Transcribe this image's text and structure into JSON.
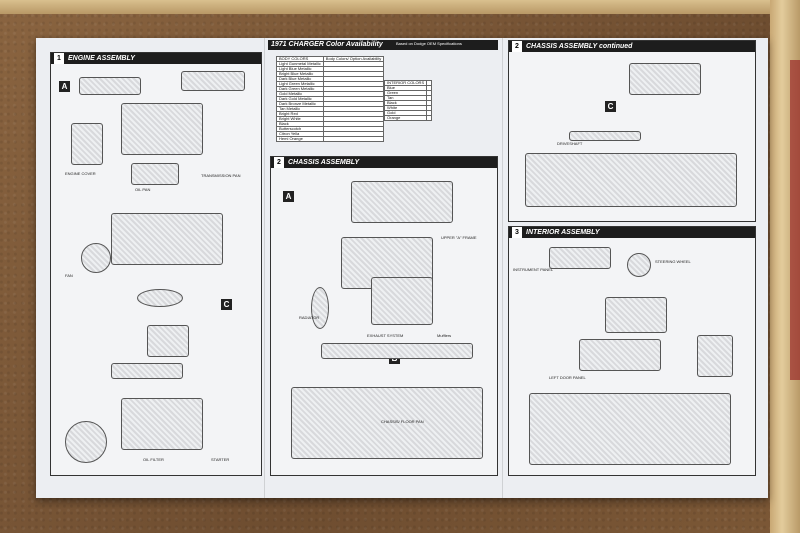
{
  "panels": [
    {
      "number": "1",
      "title": "ENGINE ASSEMBLY",
      "steps": [
        "A",
        "C"
      ],
      "labels": [
        "ENGINE COVER",
        "OIL PAN",
        "TRANSMISSION PAN",
        "FAN",
        "OIL FILTER",
        "STARTER"
      ]
    },
    {
      "number": "2",
      "title": "CHASSIS ASSEMBLY",
      "steps": [
        "A",
        "B"
      ],
      "labels": [
        "RADIATOR",
        "UPPER \"A\" FRAME",
        "EXHAUST SYSTEM",
        "Mufflers",
        "CHASSIS/ FLOOR PAN"
      ]
    },
    {
      "number": "2",
      "title": "CHASSIS ASSEMBLY continued",
      "steps": [
        "C"
      ],
      "labels": [
        "DRIVESHAFT"
      ]
    },
    {
      "number": "3",
      "title": "INTERIOR ASSEMBLY",
      "steps": [],
      "labels": [
        "INSTRUMENT PANEL",
        "STEERING WHEEL",
        "LEFT DOOR PANEL"
      ]
    }
  ],
  "colors": {
    "title": "1971 CHARGER Color Availability",
    "subtitle": "Based on Dodge OEM Specifications",
    "body_header": "BODY COLORS",
    "body_option_header": "Body Colors/ Option Availability",
    "body": [
      "Light Gunmetal Metallic",
      "Light Blue Metallic",
      "Bright Blue Metallic",
      "Dark Blue Metallic",
      "Light Green Metallic",
      "Dark Green Metallic",
      "Gold Metallic",
      "Dark Gold Metallic",
      "Dark Bronze Metallic",
      "Tan Metallic",
      "Bright Red",
      "Bright White",
      "Black",
      "Butterscotch",
      "Citron Yella",
      "Hemi Orange"
    ],
    "interior_header": "INTERIOR COLORS",
    "interior": [
      "Blue",
      "Green",
      "Tan",
      "Black",
      "White",
      "Gold",
      "Orange"
    ]
  }
}
